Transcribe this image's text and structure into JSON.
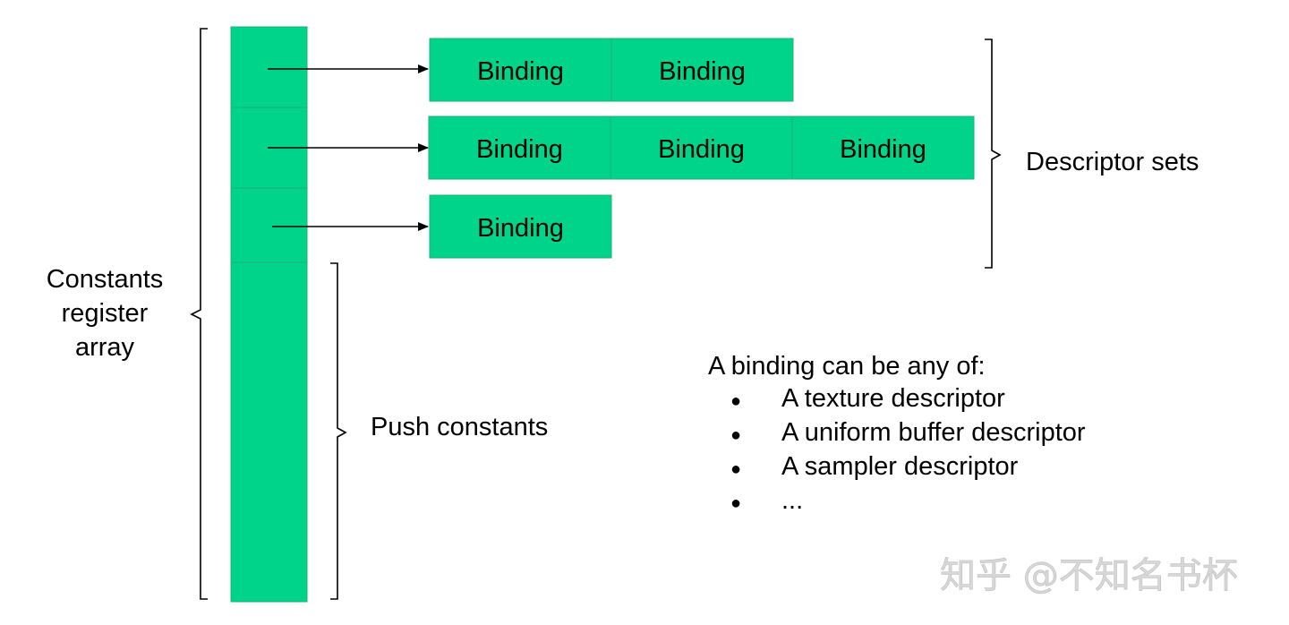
{
  "diagram": {
    "left_brace_label": [
      "Constants",
      "register",
      "array"
    ],
    "descriptor_sets_label": "Descriptor sets",
    "push_constants_label": "Push constants",
    "descriptor_sets": [
      {
        "bindings": [
          "Binding",
          "Binding"
        ]
      },
      {
        "bindings": [
          "Binding",
          "Binding",
          "Binding"
        ]
      },
      {
        "bindings": [
          "Binding"
        ]
      }
    ],
    "note": {
      "heading": "A binding can be any of:",
      "items": [
        "A texture descriptor",
        "A uniform buffer descriptor",
        "A sampler descriptor",
        "..."
      ],
      "bullet_glyph": "●"
    },
    "colors": {
      "fill": "#00d48a",
      "stroke": "#1fb07a"
    }
  },
  "watermark": "知乎 @不知名书杯"
}
